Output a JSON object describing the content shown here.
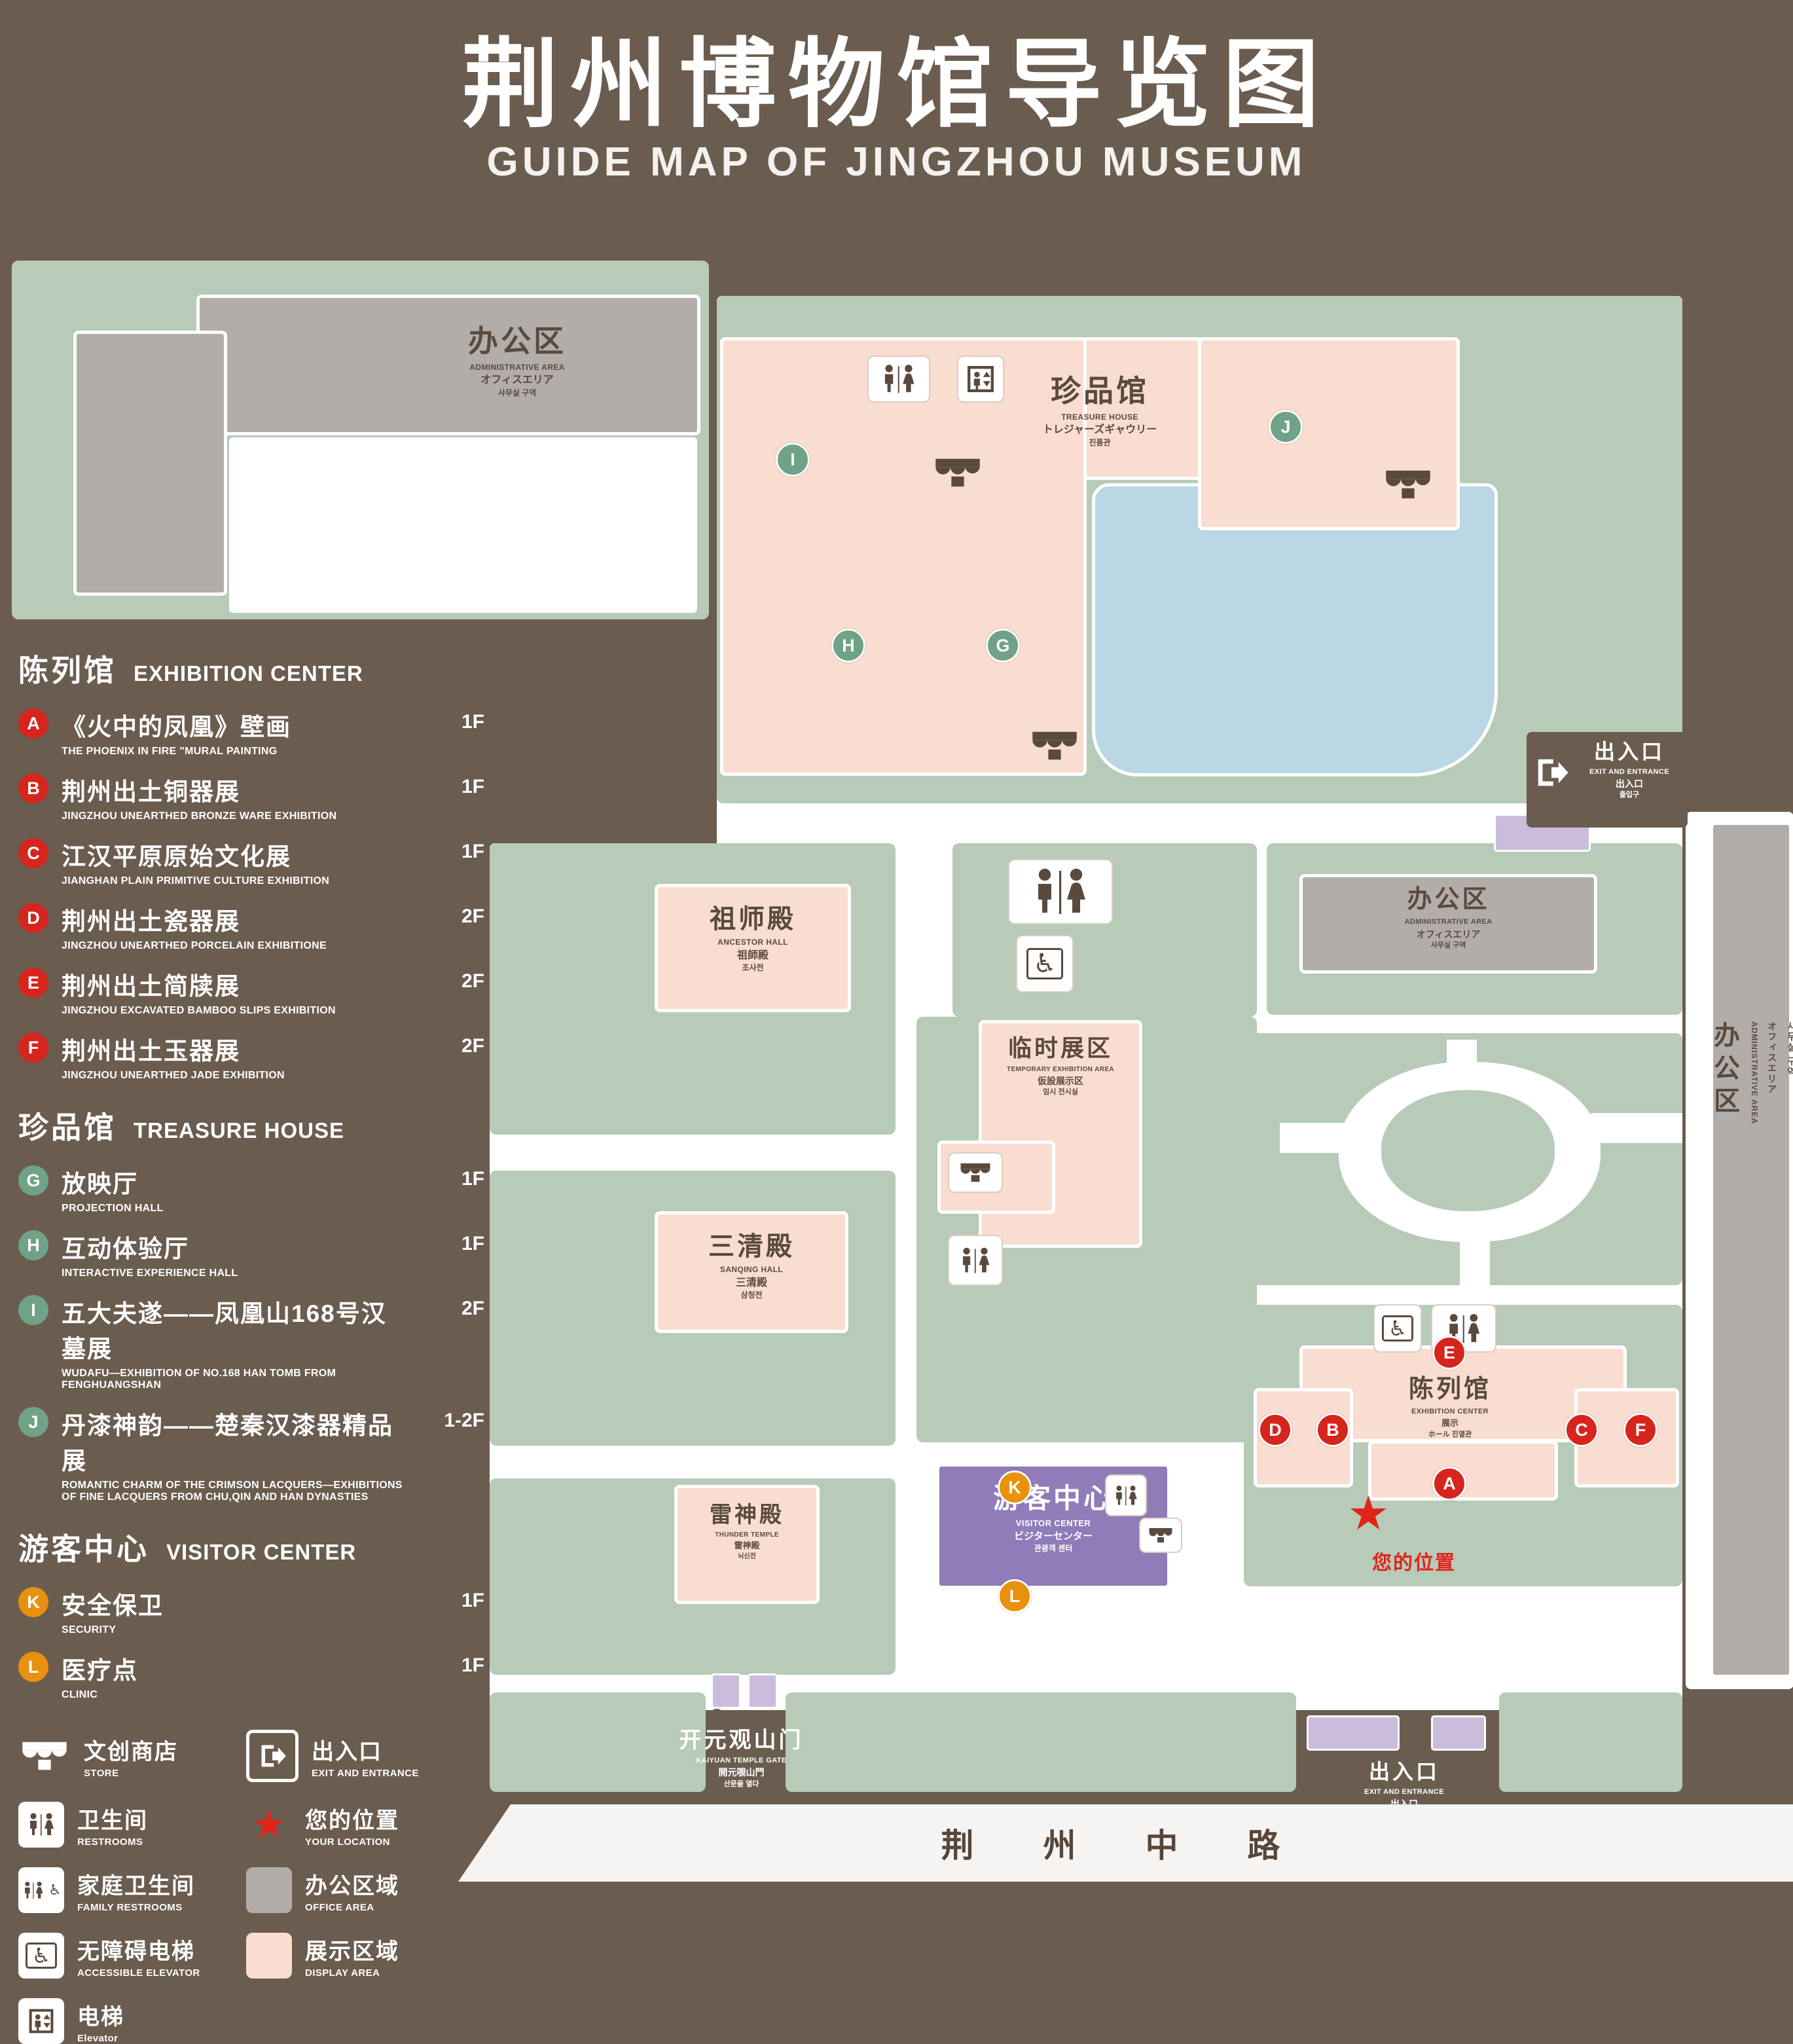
{
  "title": {
    "zh": "荆州博物馆导览图",
    "en": "GUIDE MAP OF JINGZHOU MUSEUM"
  },
  "sidebar": {
    "sections": {
      "exhibition": {
        "zh": "陈列馆",
        "en": "EXHIBITION CENTER"
      },
      "treasure": {
        "zh": "珍品馆",
        "en": "TREASURE HOUSE"
      },
      "visitor": {
        "zh": "游客中心",
        "en": "VISITOR CENTER"
      }
    },
    "items": {
      "a": {
        "letter": "A",
        "zh": "《火中的凤凰》壁画",
        "en": "THE PHOENIX IN FIRE \"MURAL PAINTING",
        "floor": "1F"
      },
      "b": {
        "letter": "B",
        "zh": "荆州出土铜器展",
        "en": "JINGZHOU UNEARTHED BRONZE WARE EXHIBITION",
        "floor": "1F"
      },
      "c": {
        "letter": "C",
        "zh": "江汉平原原始文化展",
        "en": "JIANGHAN PLAIN PRIMITIVE CULTURE EXHIBITION",
        "floor": "1F"
      },
      "d": {
        "letter": "D",
        "zh": "荆州出土瓷器展",
        "en": "JINGZHOU UNEARTHED PORCELAIN EXHIBITIONE",
        "floor": "2F"
      },
      "e": {
        "letter": "E",
        "zh": "荆州出土简牍展",
        "en": "JINGZHOU EXCAVATED BAMBOO SLIPS EXHIBITION",
        "floor": "2F"
      },
      "f": {
        "letter": "F",
        "zh": "荆州出土玉器展",
        "en": "JINGZHOU UNEARTHED JADE EXHIBITION",
        "floor": "2F"
      },
      "g": {
        "letter": "G",
        "zh": "放映厅",
        "en": "PROJECTION HALL",
        "floor": "1F"
      },
      "h": {
        "letter": "H",
        "zh": "互动体验厅",
        "en": "INTERACTIVE EXPERIENCE HALL",
        "floor": "1F"
      },
      "i": {
        "letter": "I",
        "zh": "五大夫遂——凤凰山168号汉墓展",
        "en": "WUDAFU—EXHIBITION OF NO.168 HAN TOMB FROM FENGHUANGSHAN",
        "floor": "2F"
      },
      "j": {
        "letter": "J",
        "zh": "丹漆神韵——楚秦汉漆器精品展",
        "en": "ROMANTIC CHARM OF THE CRIMSON LACQUERS—EXHIBITIONS OF FINE LACQUERS FROM CHU,QIN AND HAN DYNASTIES",
        "floor": "1-2F"
      },
      "k": {
        "letter": "K",
        "zh": "安全保卫",
        "en": "SECURITY",
        "floor": "1F"
      },
      "l": {
        "letter": "L",
        "zh": "医疗点",
        "en": "CLINIC",
        "floor": "1F"
      }
    },
    "legend": {
      "store": {
        "zh": "文创商店",
        "en": "STORE"
      },
      "exit": {
        "zh": "出入口",
        "en": "EXIT AND ENTRANCE"
      },
      "restroom": {
        "zh": "卫生间",
        "en": "RESTROOMS"
      },
      "location": {
        "zh": "您的位置",
        "en": "YOUR LOCATION"
      },
      "family": {
        "zh": "家庭卫生间",
        "en": "FAMILY RESTROOMS"
      },
      "office": {
        "zh": "办公区域",
        "en": "OFFICE AREA"
      },
      "accessible": {
        "zh": "无障碍电梯",
        "en": "ACCESSIBLE ELEVATOR"
      },
      "display": {
        "zh": "展示区域",
        "en": "DISPLAY AREA"
      },
      "elevator": {
        "zh": "电梯",
        "en": "Elevator"
      }
    }
  },
  "map": {
    "buildings": {
      "admin": {
        "zh": "办公区",
        "en": "ADMINISTRATIVE AREA",
        "ja": "オフィスエリア",
        "ko": "사무실 구역"
      },
      "treasure": {
        "zh": "珍品馆",
        "en": "TREASURE HOUSE",
        "ja": "トレジャーズギャウリー",
        "ko": "진품관"
      },
      "ancestor": {
        "zh": "祖师殿",
        "en": "ANCESTOR HALL",
        "ja": "祖師殿",
        "ko": "조사전"
      },
      "temporary": {
        "zh": "临时展区",
        "en": "TEMPORARY EXHIBITION AREA",
        "ja": "仮設展示区",
        "ko": "임시 전시실"
      },
      "sanqing": {
        "zh": "三清殿",
        "en": "SANQING HALL",
        "ja": "三清殿",
        "ko": "삼청전"
      },
      "thunder": {
        "zh": "雷神殿",
        "en": "THUNDER TEMPLE",
        "ja": "雷神殿",
        "ko": "뇌신전"
      },
      "exhibition": {
        "zh": "陈列馆",
        "en": "EXHIBITION CENTER",
        "ja": "展示",
        "ko": "ホール 진열관"
      },
      "visitor": {
        "zh": "游客中心",
        "en": "VISITOR CENTER",
        "ja": "ビジターセンター",
        "ko": "관광객 센터"
      },
      "gate": {
        "zh": "开元观山门",
        "en": "KAIYUAN TEMPLE GATE",
        "ja": "開元覗山門",
        "ko": "산문을 열다"
      }
    },
    "exit": {
      "zh": "出入口",
      "en": "EXIT AND ENTRANCE",
      "ja": "出入口",
      "ko": "출입구"
    },
    "your_location": "您的位置",
    "road": "荆 州 中 路",
    "markers": {
      "a": "A",
      "b": "B",
      "c": "C",
      "d": "D",
      "e": "E",
      "f": "F",
      "g": "G",
      "h": "H",
      "i": "I",
      "j": "J",
      "k": "K",
      "l": "L"
    },
    "icons": {
      "star": "★",
      "wheelchair": "♿"
    }
  },
  "colors": {
    "background": "#6b5c50",
    "green": "#b7cbb8",
    "display": "#f9ddd0",
    "office": "#b3adaa",
    "lake": "#bad7e4",
    "visitor": "#8f7cb8",
    "gate_purple": "#cabddb",
    "marker_red": "#d6251d",
    "marker_green": "#6fa287",
    "marker_orange": "#e8910e",
    "accent_red": "#e2231a"
  }
}
